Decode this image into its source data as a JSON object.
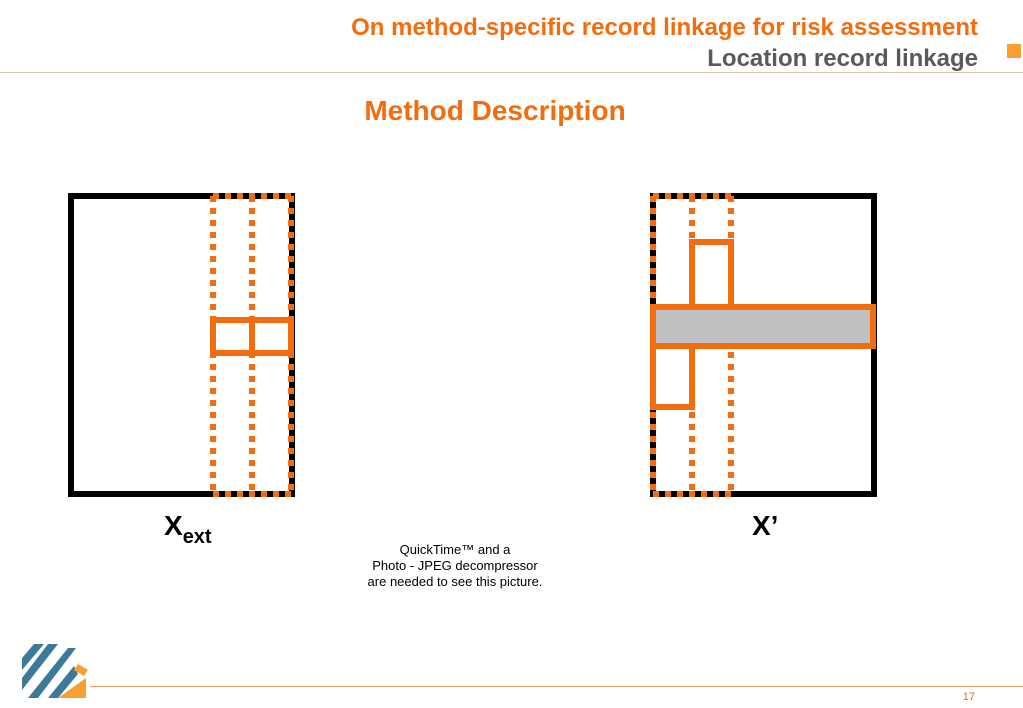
{
  "header": {
    "title": "On method-specific record linkage for risk assessment",
    "subtitle": "Location record linkage"
  },
  "section_title": "Method Description",
  "labels": {
    "left_matrix_base": "X",
    "left_matrix_sub": "ext",
    "right_matrix": "X’"
  },
  "placeholder_text": [
    "QuickTime™ and a",
    "Photo - JPEG decompressor",
    "are needed to see this picture."
  ],
  "footer": {
    "page_number": "17"
  },
  "colors": {
    "accent": "#f26d10",
    "border": "#000000",
    "highlight_fill": "#c0c0c0",
    "logo_blue": "#3d7a99"
  },
  "icons": {
    "logo": "company-logo-icon",
    "corner": "orange-square-icon"
  }
}
